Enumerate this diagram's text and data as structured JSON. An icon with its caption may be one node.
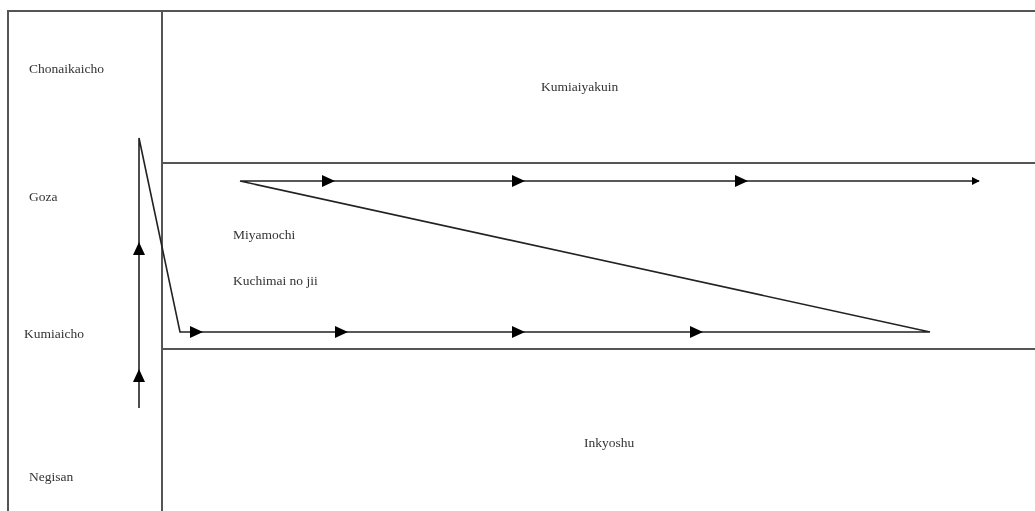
{
  "diagram": {
    "nodes": [
      {
        "text": [
          "Chonaikaicho",
          "Goza",
          "Kumiaicho",
          "Negisan"
        ]
      },
      {
        "text": [
          "Kumiaiyakuin"
        ]
      },
      {
        "text": [
          "Miyamochi",
          "Kuchimai no jii"
        ]
      },
      {
        "text": [
          "Inkyoshu"
        ]
      }
    ],
    "edges": [
      {
        "from": 0,
        "to": 2,
        "arrow": "to"
      }
    ]
  }
}
